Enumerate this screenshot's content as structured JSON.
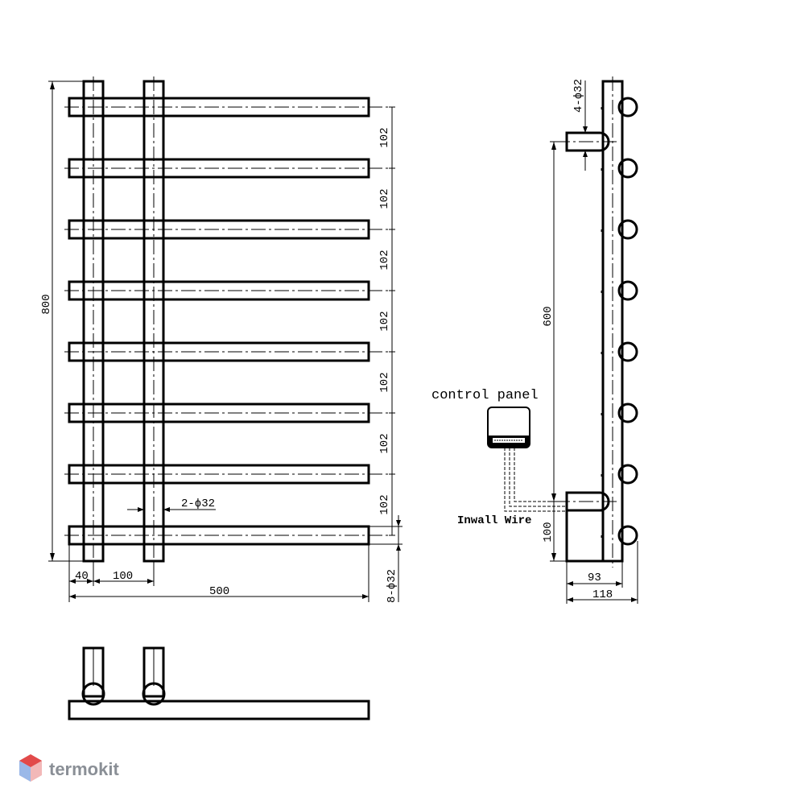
{
  "dimensions": {
    "height_total": "800",
    "bar_spacing": [
      "102",
      "102",
      "102",
      "102",
      "102",
      "102",
      "102"
    ],
    "post_offset": "40",
    "post_spacing": "100",
    "width_total": "500",
    "post_diameter": "2-ϕ32",
    "bar_diameter": "8-ϕ32",
    "mount_diameter": "4-ϕ32",
    "mount_spacing": "600",
    "bottom_mount_height": "100",
    "depth_inner": "93",
    "depth_outer": "118"
  },
  "labels": {
    "control_panel": "control panel",
    "inwall_wire": "Inwall Wire"
  },
  "brand": {
    "name": "termokit"
  },
  "colors": {
    "line": "#000000",
    "brand_text": "#8a8f96",
    "brand_logo": "#e24a4a",
    "brand_logo_light": "#9ab8e8"
  }
}
